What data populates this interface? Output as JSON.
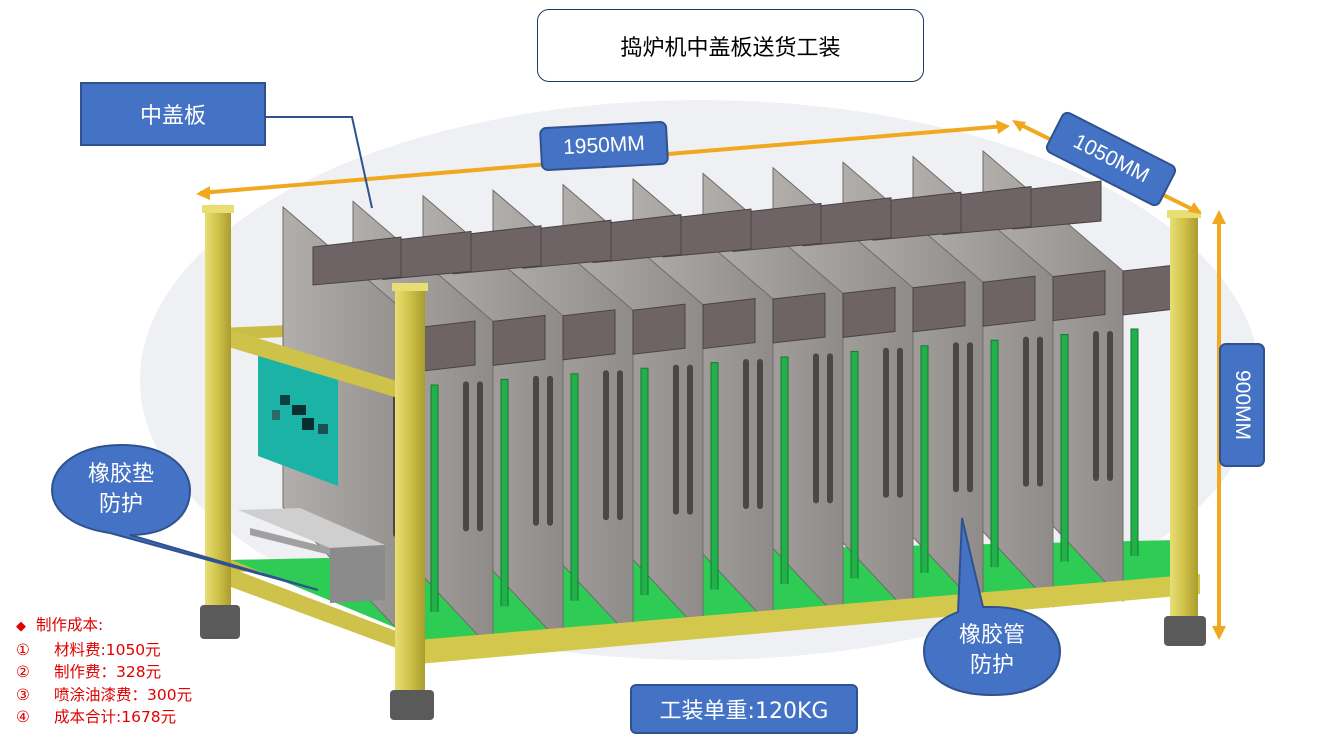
{
  "title": "捣炉机中盖板送货工装",
  "part_label": "中盖板",
  "dimensions": {
    "length": "1950MM",
    "width": "1050MM",
    "height": "900MM"
  },
  "callouts": {
    "rubber_pad": [
      "橡胶垫",
      "防护"
    ],
    "rubber_pipe": [
      "橡胶管",
      "防护"
    ]
  },
  "weight_label": "工装单重:120KG",
  "cost": {
    "heading": "制作成本:",
    "items": [
      {
        "num": "①",
        "text": "材料费:1050元"
      },
      {
        "num": "②",
        "text": "制作费：328元"
      },
      {
        "num": "③",
        "text": "喷涂油漆费：300元"
      },
      {
        "num": "④",
        "text": "成本合计:1678元"
      }
    ]
  },
  "colors": {
    "label_fill": "#4472c4",
    "frame_yellow": "#d4c84c",
    "plate_gray": "#9e9a98",
    "cap_dark": "#6e6466",
    "floor_green": "#2ecc55",
    "dimension_orange": "#f0a81e",
    "cost_text": "#e00000",
    "sticker_teal": "#1ab3a6"
  }
}
